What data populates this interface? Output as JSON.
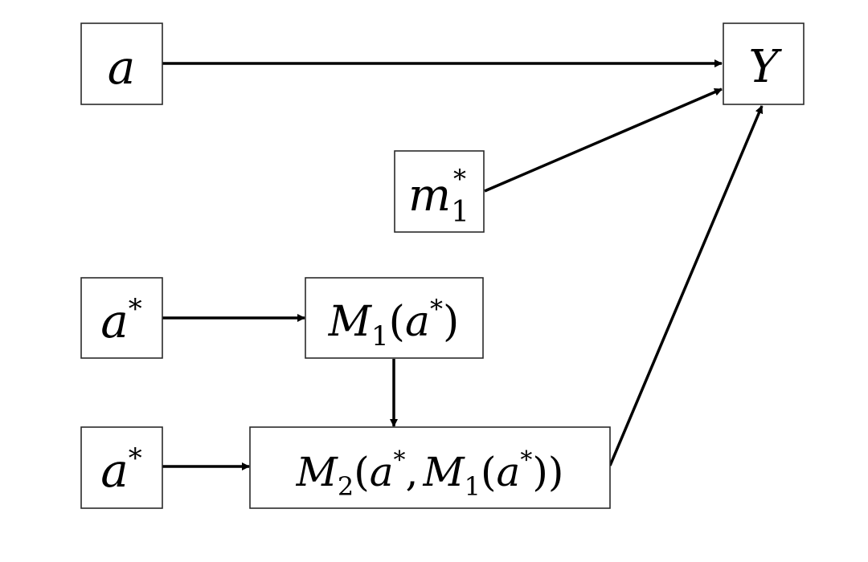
{
  "nodes": {
    "a": {
      "base": "a"
    },
    "Y": {
      "base": "Y"
    },
    "m1_star": {
      "base": "m",
      "sub": "1",
      "sup": "*"
    },
    "a_star_upper": {
      "base": "a",
      "sup": "*"
    },
    "M1": {
      "base": "M",
      "sub": "1",
      "open": "(",
      "arg": "a",
      "arg_sup": "*",
      "close": ")"
    },
    "a_star_lower": {
      "base": "a",
      "sup": "*"
    },
    "M2": {
      "base": "M",
      "sub": "2",
      "open": "(",
      "arg1": "a",
      "arg1_sup": "*",
      "comma": ",",
      "inner_base": "M",
      "inner_sub": "1",
      "inner_open": "(",
      "inner_arg": "a",
      "inner_arg_sup": "*",
      "close": "))"
    }
  },
  "edges": [
    {
      "from": "a",
      "to": "Y"
    },
    {
      "from": "m1_star",
      "to": "Y"
    },
    {
      "from": "a_star_upper",
      "to": "M1"
    },
    {
      "from": "M1",
      "to": "M2"
    },
    {
      "from": "a_star_lower",
      "to": "M2"
    },
    {
      "from": "M2",
      "to": "Y"
    }
  ]
}
